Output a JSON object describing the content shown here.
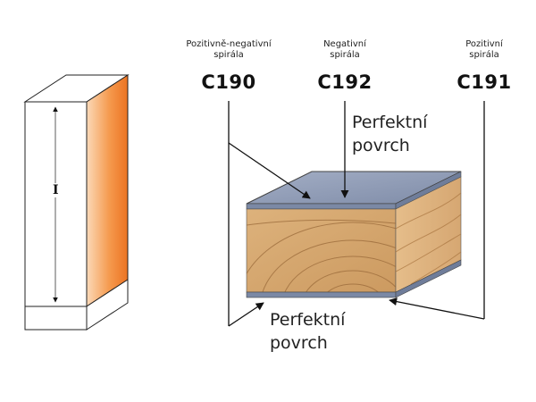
{
  "tools": [
    {
      "code": "C190",
      "line1": "Pozitivně-negativní",
      "line2": "spirála"
    },
    {
      "code": "C192",
      "line1": "Negativní",
      "line2": "spirála"
    },
    {
      "code": "C191",
      "line1": "Pozitivní",
      "line2": "spirála"
    }
  ],
  "surface_top": {
    "line1": "Perfektní",
    "line2": "povrch"
  },
  "surface_bottom": {
    "line1": "Perfektní",
    "line2": "povrch"
  },
  "dimension_label": "I",
  "colors": {
    "cutter_orange": "#f07f2a",
    "laminate_top": "#8f9cb6",
    "wood": "#d4a36a",
    "wood_grain": "#a8743f"
  }
}
